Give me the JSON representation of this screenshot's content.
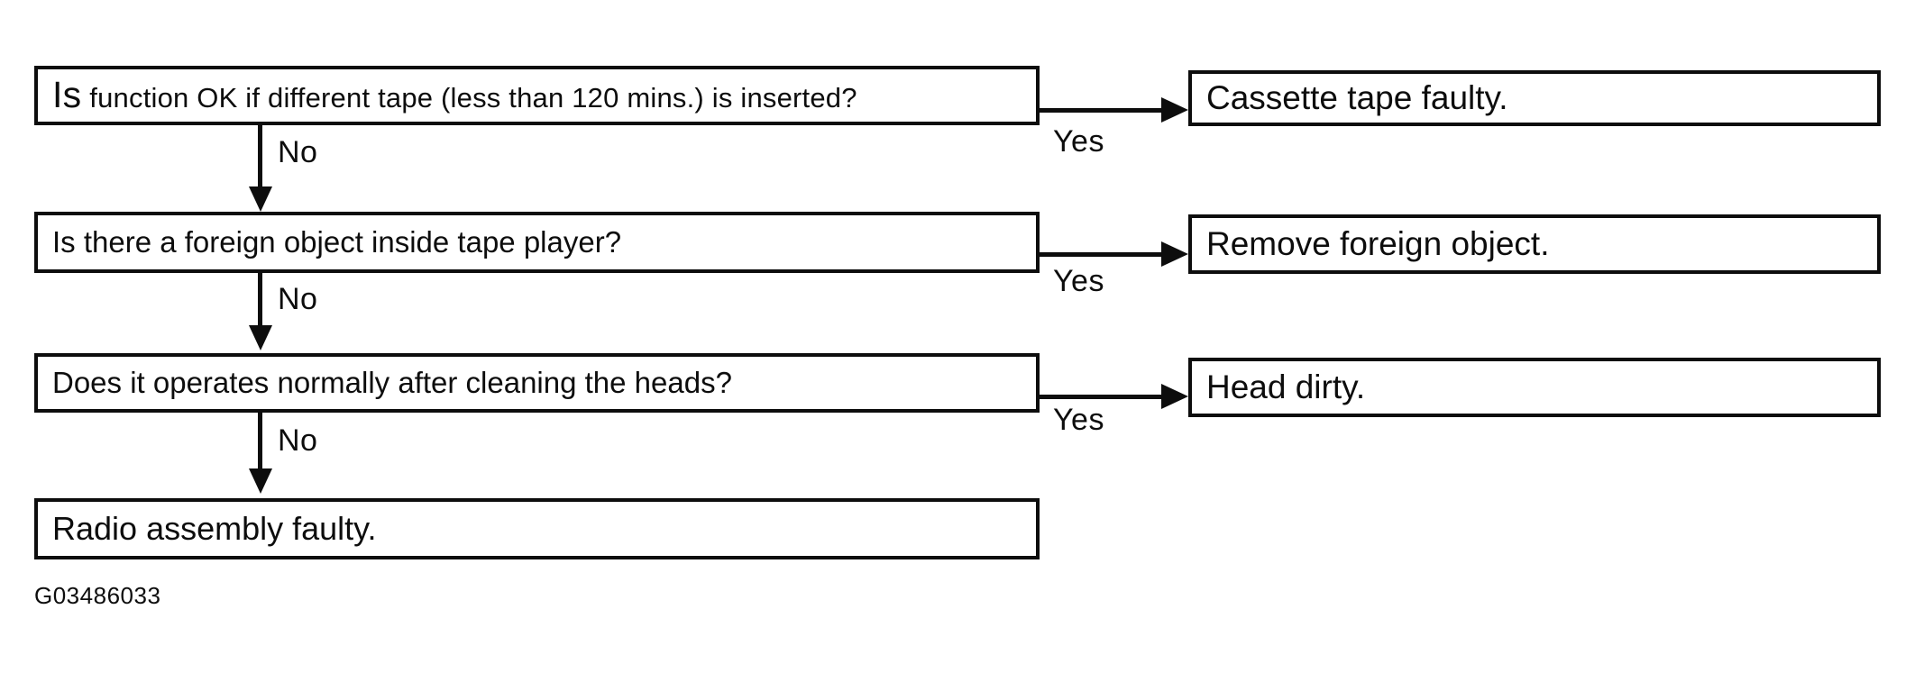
{
  "diagram": {
    "title_hint": "Tape player troubleshooting flowchart",
    "rows": [
      {
        "question_lead": "Is",
        "question_rest": "function OK if different tape (less than 120 mins.) is inserted?",
        "yes_label": "Yes",
        "no_label": "No",
        "result": "Cassette tape faulty."
      },
      {
        "question": "Is there a foreign object inside tape player?",
        "yes_label": "Yes",
        "no_label": "No",
        "result": "Remove foreign object."
      },
      {
        "question": "Does it operates normally after cleaning the heads?",
        "yes_label": "Yes",
        "no_label": "No",
        "result": "Head dirty."
      },
      {
        "final_result": "Radio assembly faulty."
      }
    ],
    "figure_code": "G03486033"
  },
  "colors": {
    "ink": "#0d0d0d",
    "paper": "#ffffff"
  }
}
